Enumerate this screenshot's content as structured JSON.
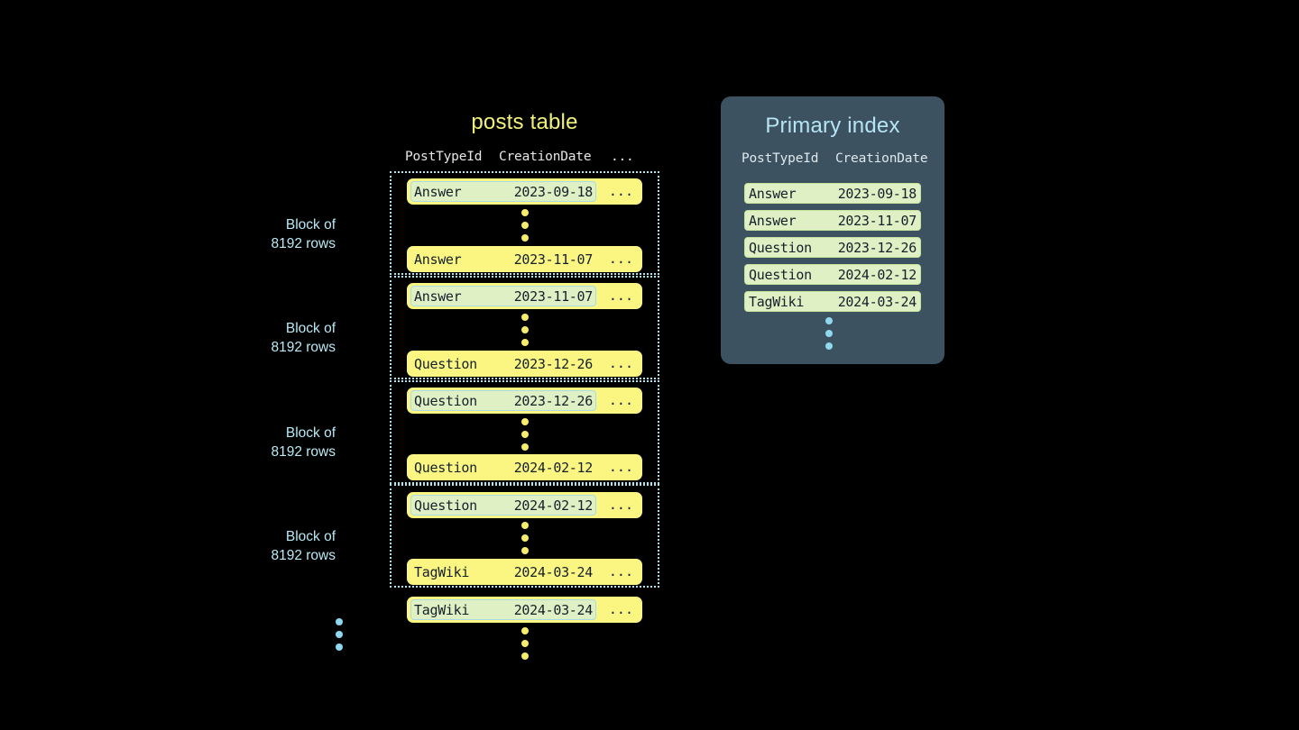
{
  "posts_table": {
    "title": "posts table",
    "columns": [
      "PostTypeId",
      "CreationDate",
      "..."
    ],
    "more_glyph": "...",
    "blocks": [
      {
        "label_line1": "Block of",
        "label_line2": "8192 rows",
        "first_row": {
          "type": "Answer",
          "date": "2023-09-18",
          "more": "...",
          "highlighted": true
        },
        "last_row": {
          "type": "Answer",
          "date": "2023-11-07",
          "more": "...",
          "highlighted": false
        }
      },
      {
        "label_line1": "Block of",
        "label_line2": "8192 rows",
        "first_row": {
          "type": "Answer",
          "date": "2023-11-07",
          "more": "...",
          "highlighted": true
        },
        "last_row": {
          "type": "Question",
          "date": "2023-12-26",
          "more": "...",
          "highlighted": false
        }
      },
      {
        "label_line1": "Block of",
        "label_line2": "8192 rows",
        "first_row": {
          "type": "Question",
          "date": "2023-12-26",
          "more": "...",
          "highlighted": true
        },
        "last_row": {
          "type": "Question",
          "date": "2024-02-12",
          "more": "...",
          "highlighted": false
        }
      },
      {
        "label_line1": "Block of",
        "label_line2": "8192 rows",
        "first_row": {
          "type": "Question",
          "date": "2024-02-12",
          "more": "...",
          "highlighted": true
        },
        "last_row": {
          "type": "TagWiki",
          "date": "2024-03-24",
          "more": "...",
          "highlighted": false
        }
      }
    ],
    "trailing_row": {
      "type": "TagWiki",
      "date": "2024-03-24",
      "more": "...",
      "highlighted": true
    }
  },
  "primary_index": {
    "title": "Primary index",
    "columns": [
      "PostTypeId",
      "CreationDate"
    ],
    "rows": [
      {
        "type": "Answer",
        "date": "2023-09-18"
      },
      {
        "type": "Answer",
        "date": "2023-11-07"
      },
      {
        "type": "Question",
        "date": "2023-12-26"
      },
      {
        "type": "Question",
        "date": "2024-02-12"
      },
      {
        "type": "TagWiki",
        "date": "2024-03-24"
      }
    ]
  },
  "colors": {
    "background": "#000000",
    "row_yellow": "#fbf582",
    "highlight_green": "#dff0c4",
    "highlight_border": "#a9dce6",
    "block_border": "#a9e6f2",
    "title_yellow": "#f2f27a",
    "label_blue": "#b9e9f5",
    "panel_slate": "#3c5260",
    "panel_title": "#b7e4f4",
    "dot_yellow": "#f6ed6e",
    "dot_blue": "#8fd8ee",
    "text_dark": "#14202b"
  }
}
